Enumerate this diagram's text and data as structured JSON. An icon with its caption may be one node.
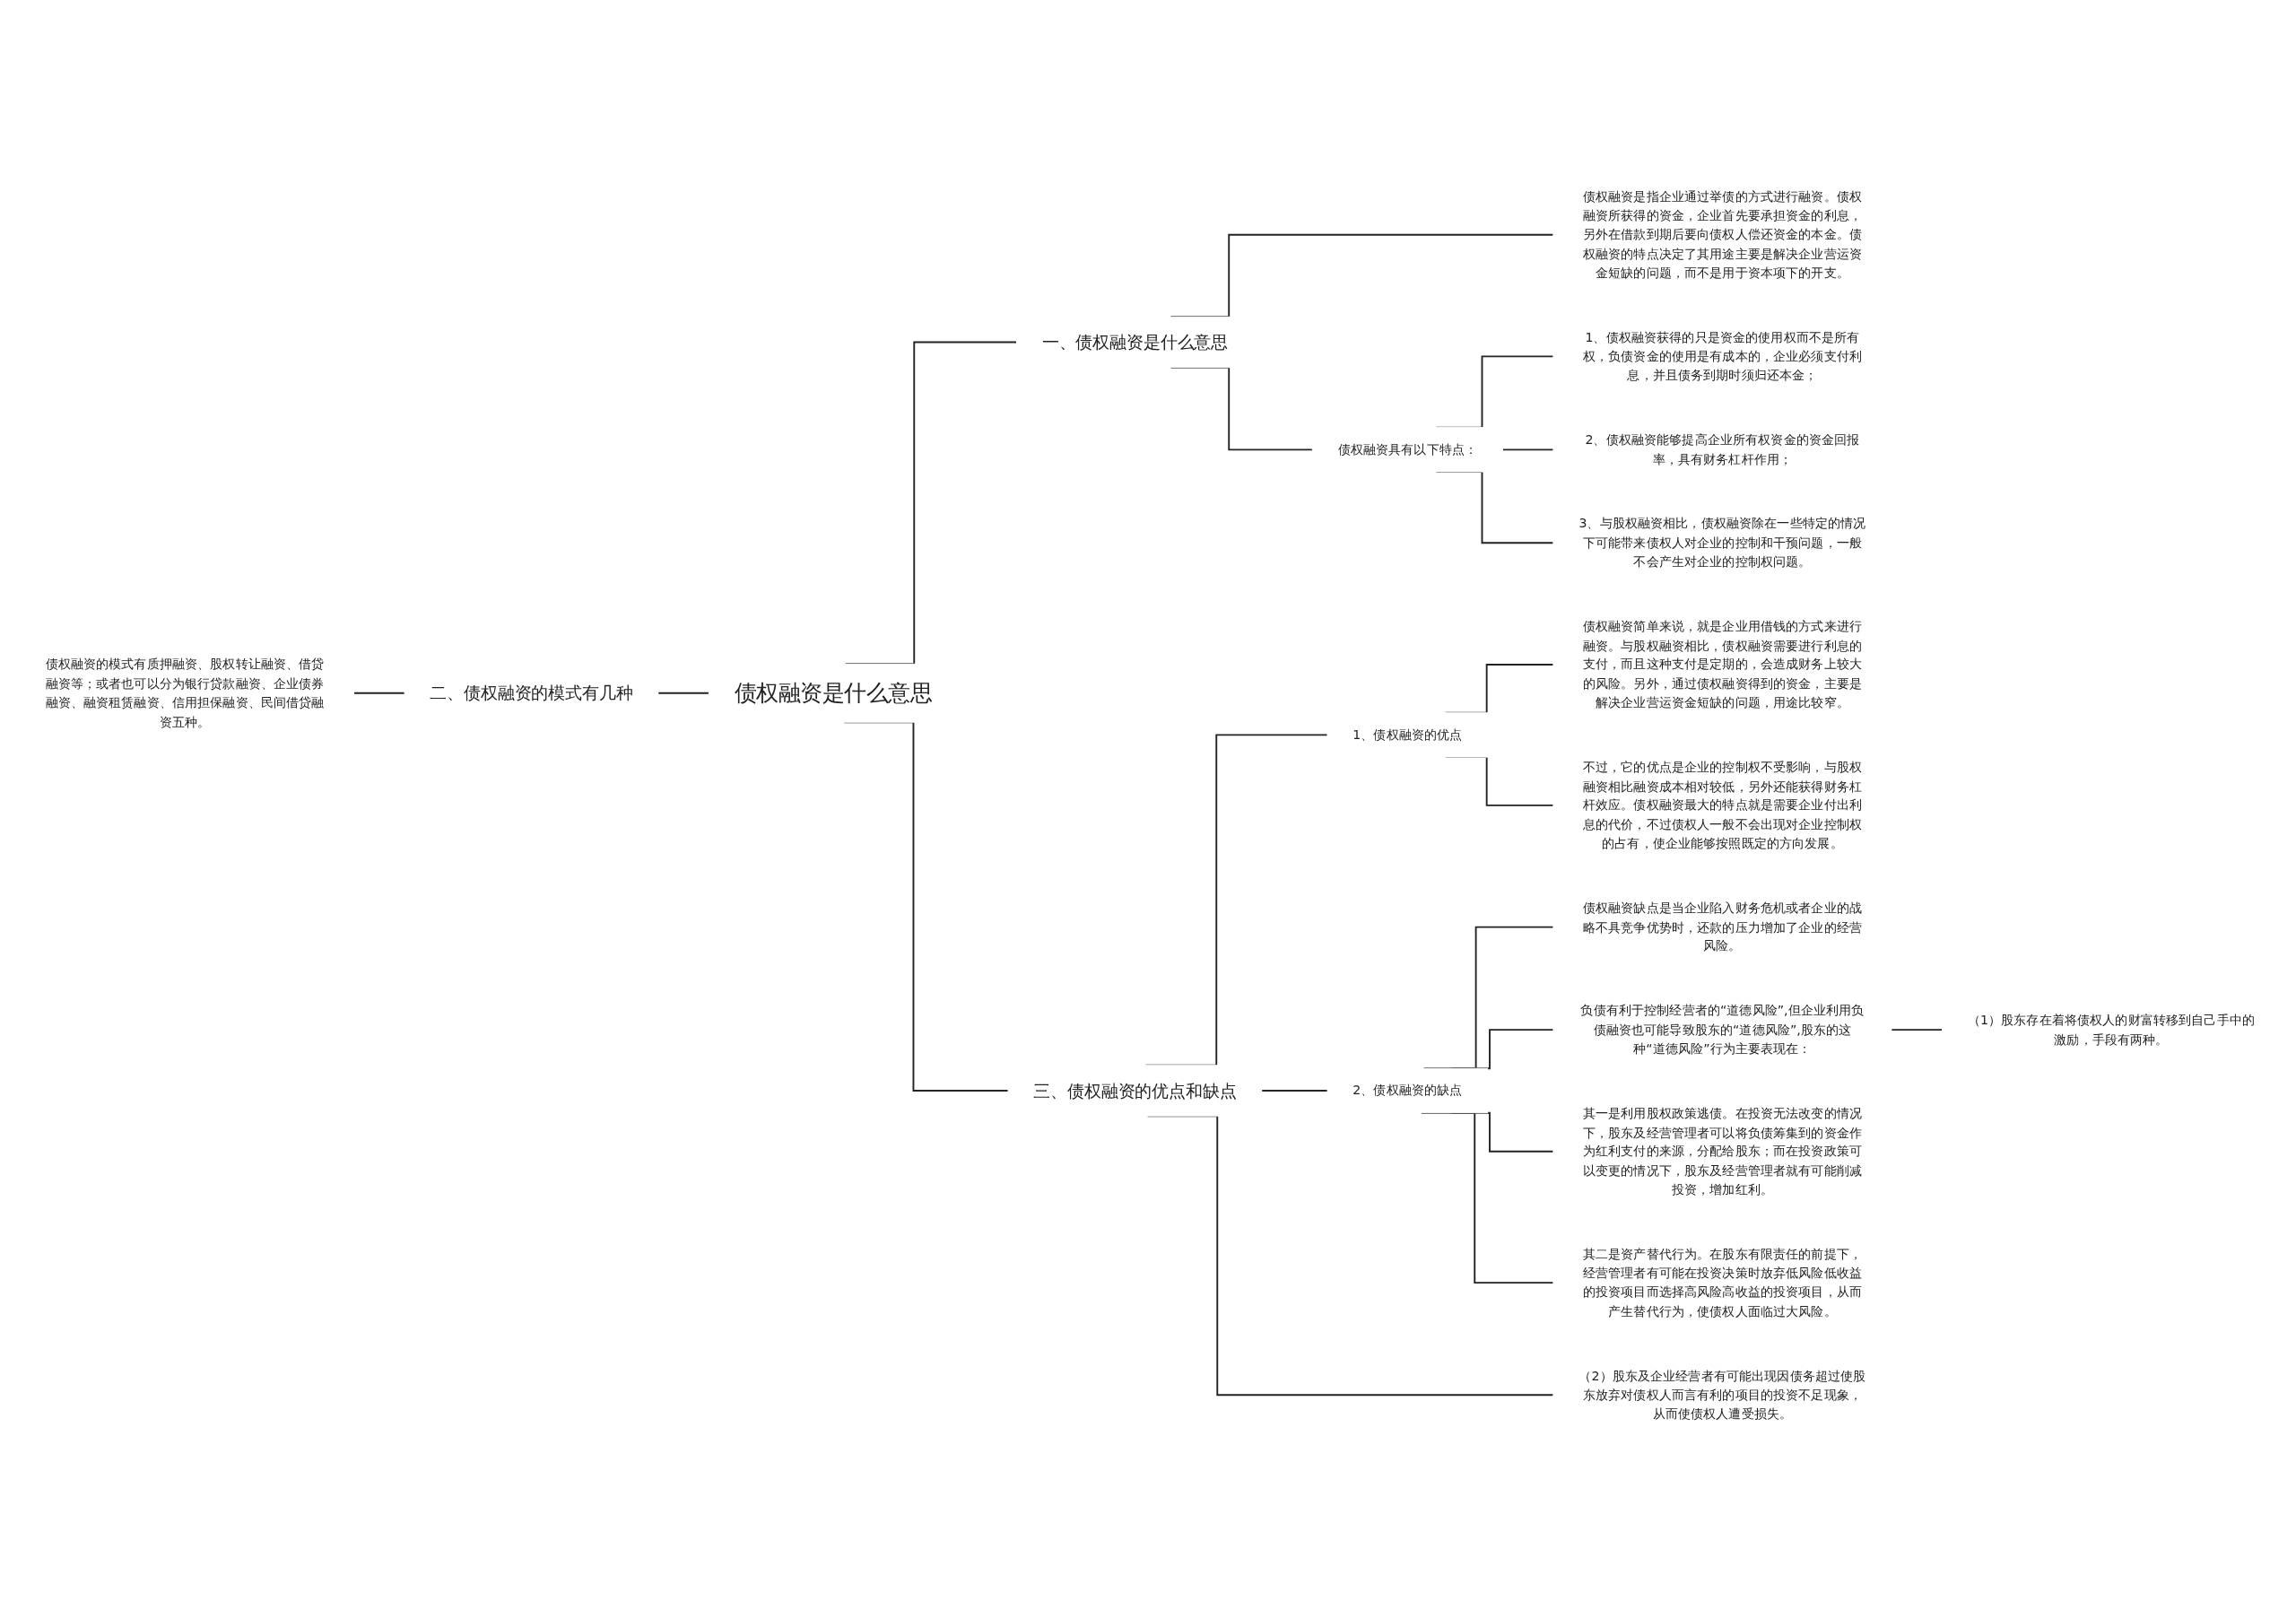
{
  "diagram": {
    "nodes": [
      {
        "text": [
          "债权融资是什么意思"
        ]
      },
      {
        "text": [
          "一、债权融资是什么意思"
        ]
      },
      {
        "text": [
          "债权融资是指企业通过举债的方式进行融资。债权融资所获得的资金，企业首先要承担资金的利息，另外在借款到期后要向债权人偿还资金的本金。债权融资的特点决定了其用途主要是解决企业营运资金短缺的问题，而不是用于资本项下的开支。"
        ]
      },
      {
        "text": [
          "债权融资具有以下特点："
        ]
      },
      {
        "text": [
          "1、债权融资获得的只是资金的使用权而不是所有权，负债资金的使用是有成本的，企业必须支付利息，并且债务到期时须归还本金；"
        ]
      },
      {
        "text": [
          "2、债权融资能够提高企业所有权资金的资金回报率，具有财务杠杆作用；"
        ]
      },
      {
        "text": [
          "3、与股权融资相比，债权融资除在一些特定的情况下可能带来债权人对企业的控制和干预问题，一般不会产生对企业的控制权问题。"
        ]
      },
      {
        "text": [
          "二、债权融资的模式有几种"
        ]
      },
      {
        "text": [
          "债权融资的模式有质押融资、股权转让融资、借贷融资等；或者也可以分为银行贷款融资、企业债券融资、融资租赁融资、信用担保融资、民间借贷融资五种。"
        ]
      },
      {
        "text": [
          "三、债权融资的优点和缺点"
        ]
      },
      {
        "text": [
          "1、债权融资的优点"
        ]
      },
      {
        "text": [
          "债权融资简单来说，就是企业用借钱的方式来进行融资。与股权融资相比，债权融资需要进行利息的支付，而且这种支付是定期的，会造成财务上较大的风险。另外，通过债权融资得到的资金，主要是解决企业营运资金短缺的问题，用途比较窄。"
        ]
      },
      {
        "text": [
          "不过，它的优点是企业的控制权不受影响，与股权融资相比融资成本相对较低，另外还能获得财务杠杆效应。债权融资最大的特点就是需要企业付出利息的代价，不过债权人一般不会出现对企业控制权的占有，使企业能够按照既定的方向发展。"
        ]
      },
      {
        "text": [
          "2、债权融资的缺点"
        ]
      },
      {
        "text": [
          "债权融资缺点是当企业陷入财务危机或者企业的战略不具竞争优势时，还款的压力增加了企业的经营风险。"
        ]
      },
      {
        "text": [
          "负债有利于控制经营者的“道德风险”,但企业利用负债融资也可能导致股东的“道德风险”,股东的这种“道德风险”行为主要表现在："
        ]
      },
      {
        "text": [
          "（1）股东存在着将债权人的财富转移到自己手中的激励，手段有两种。"
        ]
      },
      {
        "text": [
          "其一是利用股权政策逃债。在投资无法改变的情况下，股东及经营管理者可以将负债筹集到的资金作为红利支付的来源，分配给股东；而在投资政策可以变更的情况下，股东及经营管理者就有可能削减投资，增加红利。"
        ]
      },
      {
        "text": [
          "其二是资产替代行为。在股东有限责任的前提下，经营管理者有可能在投资决策时放弃低风险低收益的投资项目而选择高风险高收益的投资项目，从而产生替代行为，使债权人面临过大风险。"
        ]
      },
      {
        "text": [
          "（2）股东及企业经营者有可能出现因债务超过使股东放弃对债权人而言有利的项目的投资不足现象，从而使债权人遭受损失。"
        ]
      }
    ],
    "edges": [
      {
        "from": 0,
        "to": 1,
        "arrow": "none"
      },
      {
        "from": 1,
        "to": 2,
        "arrow": "none"
      },
      {
        "from": 1,
        "to": 3,
        "arrow": "none"
      },
      {
        "from": 3,
        "to": 4,
        "arrow": "none"
      },
      {
        "from": 3,
        "to": 5,
        "arrow": "none"
      },
      {
        "from": 3,
        "to": 6,
        "arrow": "none"
      },
      {
        "from": 0,
        "to": 7,
        "arrow": "none"
      },
      {
        "from": 7,
        "to": 8,
        "arrow": "none"
      },
      {
        "from": 0,
        "to": 9,
        "arrow": "none"
      },
      {
        "from": 9,
        "to": 10,
        "arrow": "none"
      },
      {
        "from": 10,
        "to": 11,
        "arrow": "none"
      },
      {
        "from": 10,
        "to": 12,
        "arrow": "none"
      },
      {
        "from": 9,
        "to": 13,
        "arrow": "none"
      },
      {
        "from": 13,
        "to": 14,
        "arrow": "none"
      },
      {
        "from": 13,
        "to": 15,
        "arrow": "none"
      },
      {
        "from": 15,
        "to": 16,
        "arrow": "none"
      },
      {
        "from": 13,
        "to": 17,
        "arrow": "none"
      },
      {
        "from": 13,
        "to": 18,
        "arrow": "none"
      },
      {
        "from": 9,
        "to": 19,
        "arrow": "none"
      }
    ]
  }
}
